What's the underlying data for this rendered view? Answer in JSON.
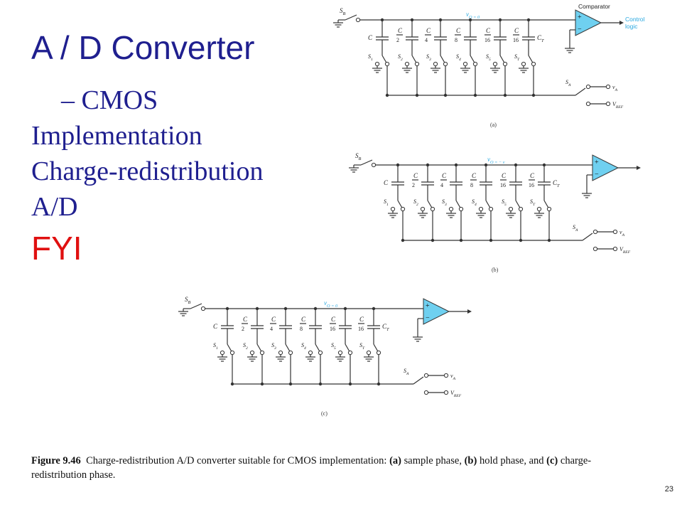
{
  "slide": {
    "title": "A / D Converter",
    "subtitle_lines": [
      "– CMOS",
      "Implementation",
      "Charge-redistribution",
      "A/D"
    ],
    "fyi": "FYI",
    "page_number": "23"
  },
  "figure": {
    "number": "Figure 9.46",
    "caption_parts": {
      "intro": "Charge-redistribution A/D converter suitable for CMOS implementation: ",
      "a_tag": "(a)",
      "a_text": " sample phase, ",
      "b_tag": "(b)",
      "b_text": " hold phase, and ",
      "c_tag": "(c)",
      "c_text": " charge-redistribution phase."
    },
    "panels": [
      {
        "label": "(a)",
        "vo": "v_O = 0",
        "show_output_labels": true
      },
      {
        "label": "(b)",
        "vo": "v_O = − v_A",
        "show_output_labels": false
      },
      {
        "label": "(c)",
        "vo": "v_O = 0",
        "show_output_labels": false
      }
    ],
    "capacitors": [
      {
        "num": "C",
        "den": ""
      },
      {
        "num": "C",
        "den": "2"
      },
      {
        "num": "C",
        "den": "4"
      },
      {
        "num": "C",
        "den": "8"
      },
      {
        "num": "C",
        "den": "16"
      },
      {
        "num": "C",
        "den": "16"
      }
    ],
    "ct_label": "C_T",
    "switch_labels": [
      "S1",
      "S2",
      "S3",
      "S4",
      "S5",
      "ST"
    ],
    "sb_label": "S_B",
    "sa_label": "S_A",
    "va_label": "v_A",
    "vref_label": "V_REF",
    "comparator_label": "Comparator",
    "control_label_1": "Control",
    "control_label_2": "logic",
    "plus": "+",
    "minus": "−"
  },
  "colors": {
    "title": "#1f1f8f",
    "fyi": "#e01010",
    "wire": "#333333",
    "comparator_fill": "#6fd0f0",
    "annotation": "#2aa8e0"
  }
}
